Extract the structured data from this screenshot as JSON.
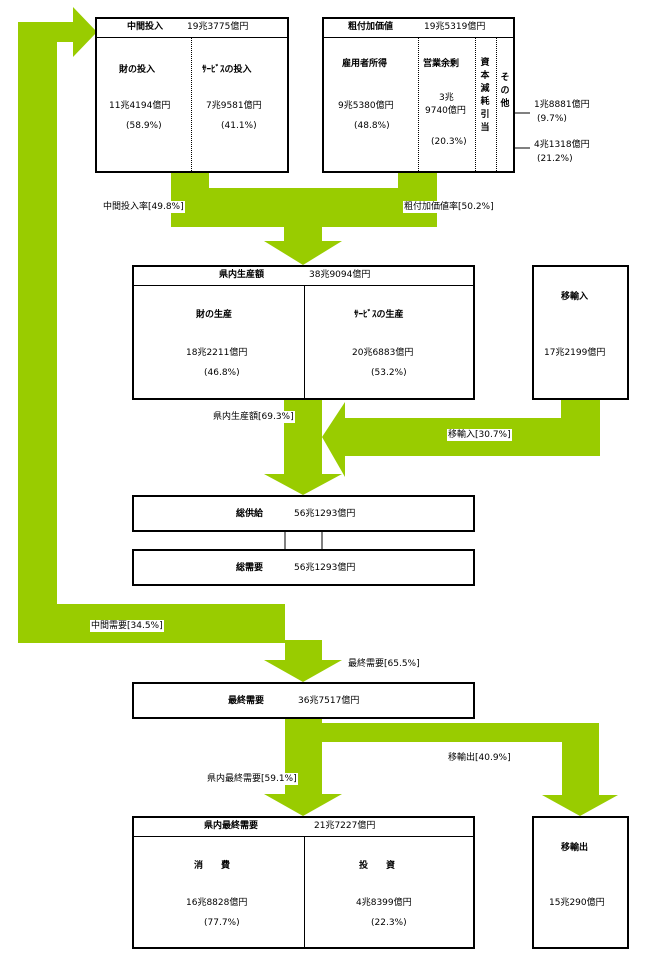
{
  "colors": {
    "flow": "#99cc00",
    "border": "#000000"
  },
  "intermediate_input": {
    "title": "中間投入",
    "total": "19兆3775億円",
    "goods": {
      "label": "財の投入",
      "amount": "11兆4194億円",
      "share": "(58.9%)"
    },
    "services": {
      "label": "ｻｰﾋﾞｽの投入",
      "amount": "7兆9581億円",
      "share": "(41.1%)"
    }
  },
  "gross_value_added": {
    "title": "粗付加価値",
    "total": "19兆5319億円",
    "employee": {
      "label": "雇用者所得",
      "amount": "9兆5380億円",
      "share": "(48.8%)"
    },
    "operating": {
      "label": "営業余剰",
      "amount1": "3兆",
      "amount2": "9740億円",
      "share": "(20.3%)"
    },
    "depreciation": {
      "label": "資本減耗引当",
      "amount": "4兆1318億円",
      "share": "(21.2%)"
    },
    "other": {
      "label": "その他",
      "amount": "1兆8881億円",
      "share": "(9.7%)"
    }
  },
  "flows": {
    "intermediate_input_ratio": "中間投入率[49.8%]",
    "value_added_ratio": "粗付加価値率[50.2%]",
    "domestic_production_share": "県内生産額[69.3%]",
    "imports_share": "移輸入[30.7%]",
    "intermediate_demand": "中間需要[34.5%]",
    "final_demand": "最終需要[65.5%]",
    "domestic_final_demand": "県内最終需要[59.1%]",
    "exports_share": "移輸出[40.9%]"
  },
  "production": {
    "title": "県内生産額",
    "total": "38兆9094億円",
    "goods": {
      "label": "財の生産",
      "amount": "18兆2211億円",
      "share": "(46.8%)"
    },
    "services": {
      "label": "ｻｰﾋﾞｽの生産",
      "amount": "20兆6883億円",
      "share": "(53.2%)"
    }
  },
  "imports": {
    "title": "移輸入",
    "amount": "17兆2199億円"
  },
  "total_supply": {
    "label": "総供給",
    "amount": "56兆1293億円"
  },
  "total_demand": {
    "label": "総需要",
    "amount": "56兆1293億円"
  },
  "final_demand_box": {
    "label": "最終需要",
    "amount": "36兆7517億円"
  },
  "domestic_final": {
    "title": "県内最終需要",
    "total": "21兆7227億円",
    "consumption": {
      "label": "消　　費",
      "amount": "16兆8828億円",
      "share": "(77.7%)"
    },
    "investment": {
      "label": "投　　資",
      "amount": "4兆8399億円",
      "share": "(22.3%)"
    }
  },
  "exports": {
    "title": "移輸出",
    "amount": "15兆290億円"
  }
}
